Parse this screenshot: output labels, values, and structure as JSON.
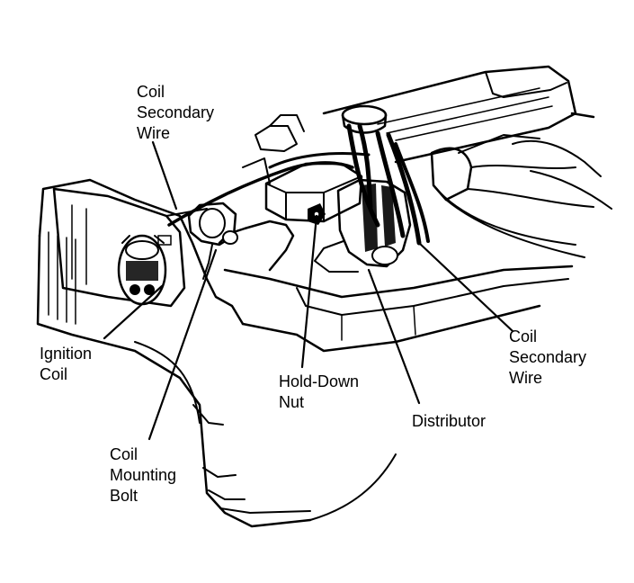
{
  "labels": {
    "coil_secondary_wire_left": [
      "Coil",
      "Secondary",
      "Wire"
    ],
    "ignition_coil": [
      "Ignition",
      "Coil"
    ],
    "coil_mounting_bolt": [
      "Coil",
      "Mounting",
      "Bolt"
    ],
    "hold_down_nut": [
      "Hold-Down",
      "Nut"
    ],
    "distributor": [
      "Distributor"
    ],
    "coil_secondary_wire_right": [
      "Coil",
      "Secondary",
      "Wire"
    ]
  },
  "colors": {
    "ink": "#000000",
    "paper": "#ffffff"
  }
}
